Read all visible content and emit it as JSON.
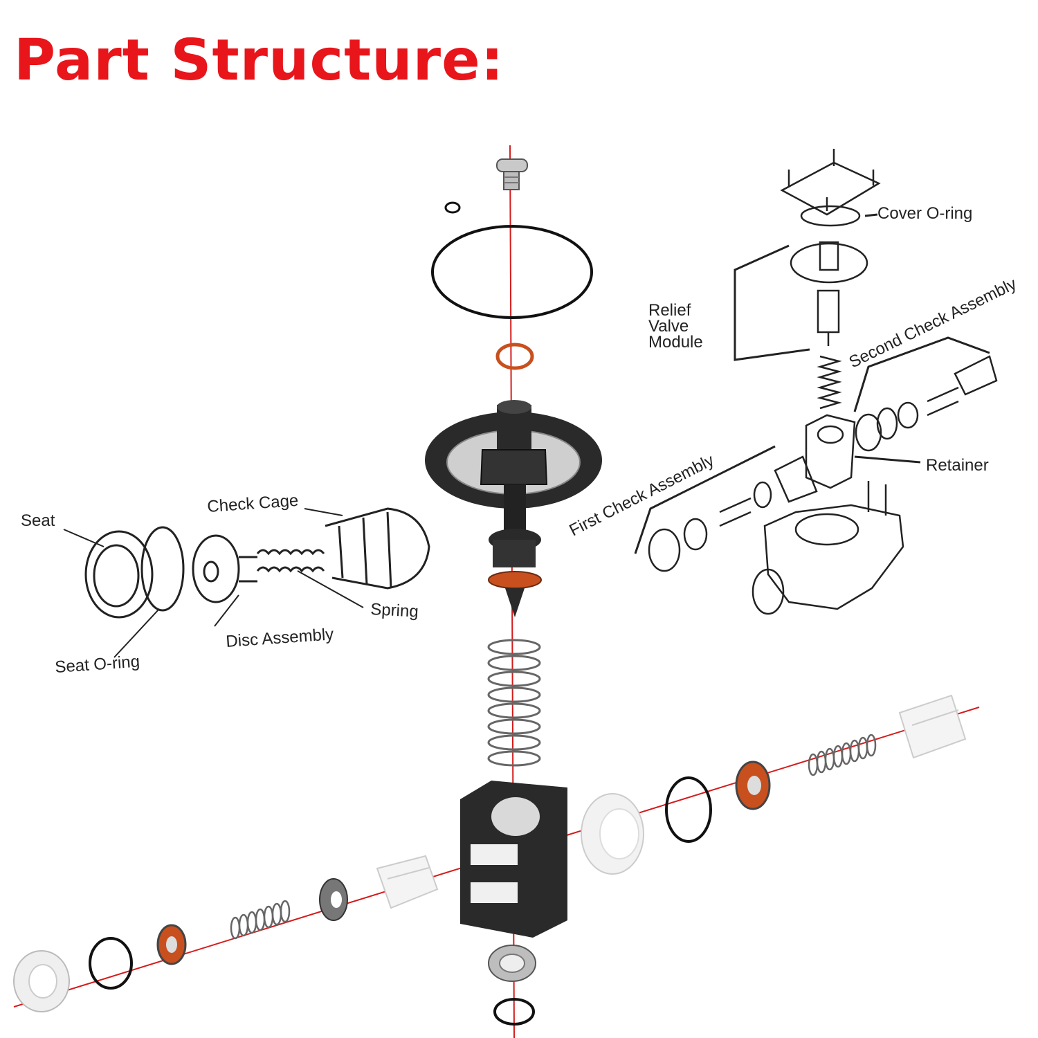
{
  "title": "Part Structure:",
  "colors": {
    "title": "#e8151b",
    "axis_line": "#d41c1c",
    "orange_seal": "#c8501e",
    "black_part": "#2a2a2a",
    "white_part": "#f2f2f2"
  },
  "inset_left": {
    "labels": {
      "seat": "Seat",
      "check_cage": "Check Cage",
      "spring": "Spring",
      "disc_assembly": "Disc Assembly",
      "seat_oring": "Seat O-ring"
    }
  },
  "inset_right": {
    "labels": {
      "cover_oring": "Cover O-ring",
      "relief_valve_module": [
        "Relief",
        "Valve",
        "Module"
      ],
      "second_check_assembly": "Second Check Assembly",
      "retainer": "Retainer",
      "first_check_assembly": "First Check Assembly"
    }
  }
}
